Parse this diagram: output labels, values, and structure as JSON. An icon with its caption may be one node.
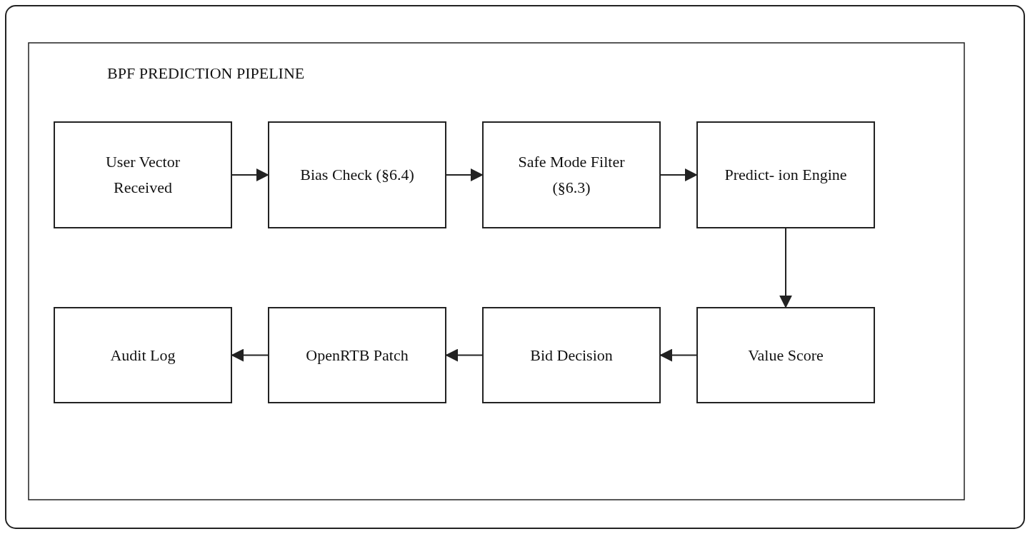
{
  "diagram": {
    "title": "BPF PREDICTION PIPELINE",
    "nodes": [
      {
        "text": [
          "User Vector Received"
        ]
      },
      {
        "text": [
          "Bias Check (§6.4)"
        ]
      },
      {
        "text": [
          "Safe Mode Filter (§6.3)"
        ]
      },
      {
        "text": [
          "Predict- ion Engine"
        ]
      },
      {
        "text": [
          "Audit Log"
        ]
      },
      {
        "text": [
          "OpenRTB Patch"
        ]
      },
      {
        "text": [
          "Bid Decision"
        ]
      },
      {
        "text": [
          "Value Score"
        ]
      }
    ],
    "edges": [
      {
        "from": 0,
        "to": 1,
        "arrow": "to"
      },
      {
        "from": 1,
        "to": 2,
        "arrow": "to"
      },
      {
        "from": 2,
        "to": 3,
        "arrow": "to"
      },
      {
        "from": 3,
        "to": 7,
        "arrow": "to"
      },
      {
        "from": 7,
        "to": 6,
        "arrow": "to"
      },
      {
        "from": 6,
        "to": 5,
        "arrow": "to"
      },
      {
        "from": 5,
        "to": 4,
        "arrow": "to"
      }
    ]
  }
}
